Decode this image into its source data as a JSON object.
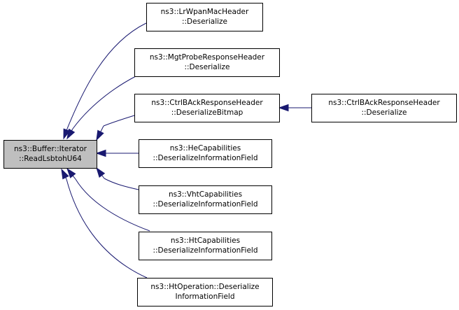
{
  "diagram": {
    "nodes": [
      {
        "id": "root",
        "lines": [
          "ns3::Buffer::Iterator",
          "::ReadLsbtohU64"
        ],
        "highlighted": true
      },
      {
        "id": "n1",
        "lines": [
          "ns3::LrWpanMacHeader",
          "::Deserialize"
        ]
      },
      {
        "id": "n2",
        "lines": [
          "ns3::MgtProbeResponseHeader",
          "::Deserialize"
        ]
      },
      {
        "id": "n3",
        "lines": [
          "ns3::CtrlBAckResponseHeader",
          "::DeserializeBitmap"
        ]
      },
      {
        "id": "n4",
        "lines": [
          "ns3::HeCapabilities",
          "::DeserializeInformationField"
        ]
      },
      {
        "id": "n5",
        "lines": [
          "ns3::VhtCapabilities",
          "::DeserializeInformationField"
        ]
      },
      {
        "id": "n6",
        "lines": [
          "ns3::HtCapabilities",
          "::DeserializeInformationField"
        ]
      },
      {
        "id": "n7",
        "lines": [
          "ns3::HtOperation::Deserialize",
          "InformationField"
        ]
      },
      {
        "id": "n8",
        "lines": [
          "ns3::CtrlBAckResponseHeader",
          "::Deserialize"
        ]
      }
    ],
    "edges": [
      {
        "from": "n1",
        "to": "root"
      },
      {
        "from": "n2",
        "to": "root"
      },
      {
        "from": "n3",
        "to": "root"
      },
      {
        "from": "n4",
        "to": "root"
      },
      {
        "from": "n5",
        "to": "root"
      },
      {
        "from": "n6",
        "to": "root"
      },
      {
        "from": "n7",
        "to": "root"
      },
      {
        "from": "n8",
        "to": "n3"
      }
    ],
    "colors": {
      "edge": "#191970",
      "highlight_fill": "#bfbfbf",
      "border": "#000000"
    }
  }
}
